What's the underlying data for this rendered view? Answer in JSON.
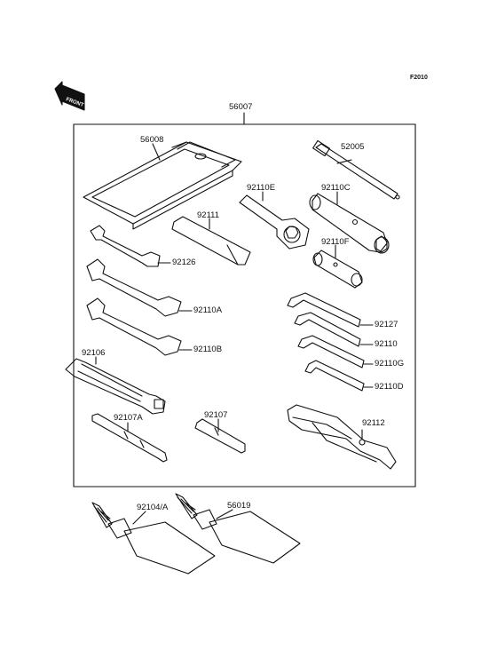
{
  "figure_code": "F2010",
  "front_label": "FRONT",
  "kit": {
    "part": "56007"
  },
  "parts": [
    {
      "key": "56008",
      "label": "56008"
    },
    {
      "key": "52005",
      "label": "52005"
    },
    {
      "key": "92110E",
      "label": "92110E"
    },
    {
      "key": "92110C",
      "label": "92110C"
    },
    {
      "key": "92111",
      "label": "92111"
    },
    {
      "key": "92110F",
      "label": "92110F"
    },
    {
      "key": "92126",
      "label": "92126"
    },
    {
      "key": "92110A",
      "label": "92110A"
    },
    {
      "key": "92127",
      "label": "92127"
    },
    {
      "key": "92110",
      "label": "92110"
    },
    {
      "key": "92110B",
      "label": "92110B"
    },
    {
      "key": "92110G",
      "label": "92110G"
    },
    {
      "key": "92106",
      "label": "92106"
    },
    {
      "key": "92110D",
      "label": "92110D"
    },
    {
      "key": "92107A",
      "label": "92107A"
    },
    {
      "key": "92107",
      "label": "92107"
    },
    {
      "key": "92112",
      "label": "92112"
    },
    {
      "key": "92104A",
      "label": "92104/A"
    },
    {
      "key": "56019",
      "label": "56019"
    }
  ]
}
